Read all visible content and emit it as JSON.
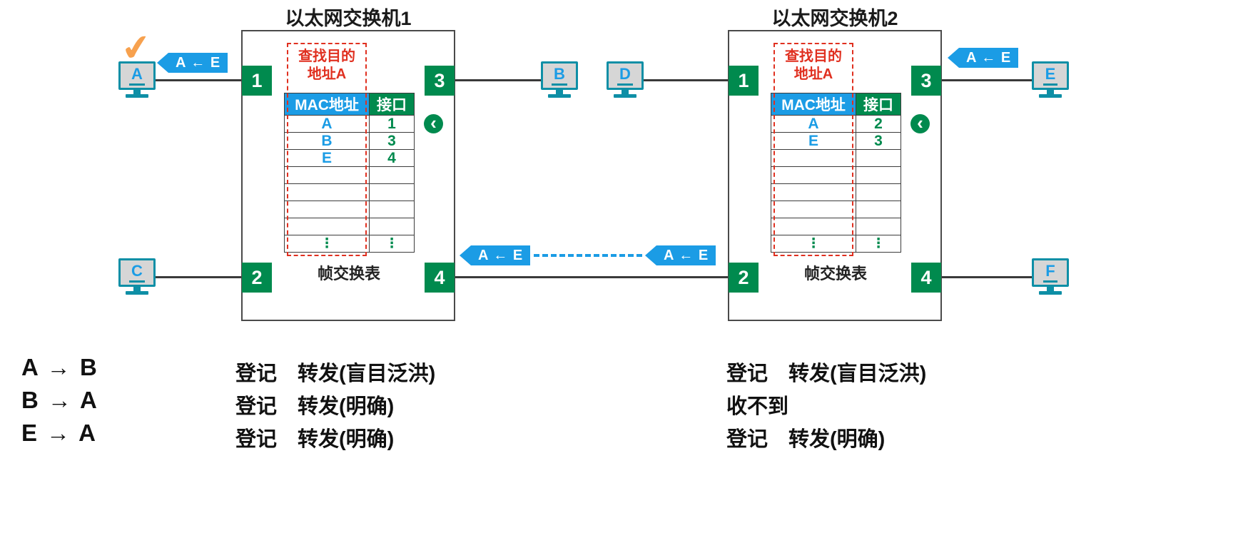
{
  "colors": {
    "green": "#008a4e",
    "blue": "#1b9ce5",
    "red": "#e03020",
    "teal": "#0e8fa6",
    "orange": "#f7a14e",
    "line": "#3a3a3a"
  },
  "switches": {
    "sw1": {
      "title": "以太网交换机1",
      "search_line1": "查找目的",
      "search_line2": "地址A",
      "ports": {
        "p1": "1",
        "p2": "2",
        "p3": "3",
        "p4": "4"
      },
      "table": {
        "headers": [
          "MAC地址",
          "接口"
        ],
        "rows": [
          [
            "A",
            "1"
          ],
          [
            "B",
            "3"
          ],
          [
            "E",
            "4"
          ],
          [
            "",
            ""
          ],
          [
            "",
            ""
          ],
          [
            "",
            ""
          ],
          [
            "",
            ""
          ],
          [
            "⋮",
            "⋮"
          ]
        ],
        "caption": "帧交换表"
      }
    },
    "sw2": {
      "title": "以太网交换机2",
      "search_line1": "查找目的",
      "search_line2": "地址A",
      "ports": {
        "p1": "1",
        "p2": "2",
        "p3": "3",
        "p4": "4"
      },
      "table": {
        "headers": [
          "MAC地址",
          "接口"
        ],
        "rows": [
          [
            "A",
            "2"
          ],
          [
            "E",
            "3"
          ],
          [
            "",
            ""
          ],
          [
            "",
            ""
          ],
          [
            "",
            ""
          ],
          [
            "",
            ""
          ],
          [
            "",
            ""
          ],
          [
            "⋮",
            "⋮"
          ]
        ],
        "caption": "帧交换表"
      }
    }
  },
  "hosts": {
    "a": "A",
    "b": "B",
    "c": "C",
    "d": "D",
    "e": "E",
    "f": "F"
  },
  "frame": {
    "text": "A ← E"
  },
  "check": "✔",
  "chevron": "‹",
  "notes": {
    "rows": [
      {
        "flow": "A → B",
        "sw1": "登记　转发(盲目泛洪)",
        "sw2": "登记　转发(盲目泛洪)"
      },
      {
        "flow": "B → A",
        "sw1": "登记　转发(明确)",
        "sw2": "收不到"
      },
      {
        "flow": "E → A",
        "sw1": "登记　转发(明确)",
        "sw2": "登记　转发(明确)"
      }
    ]
  }
}
